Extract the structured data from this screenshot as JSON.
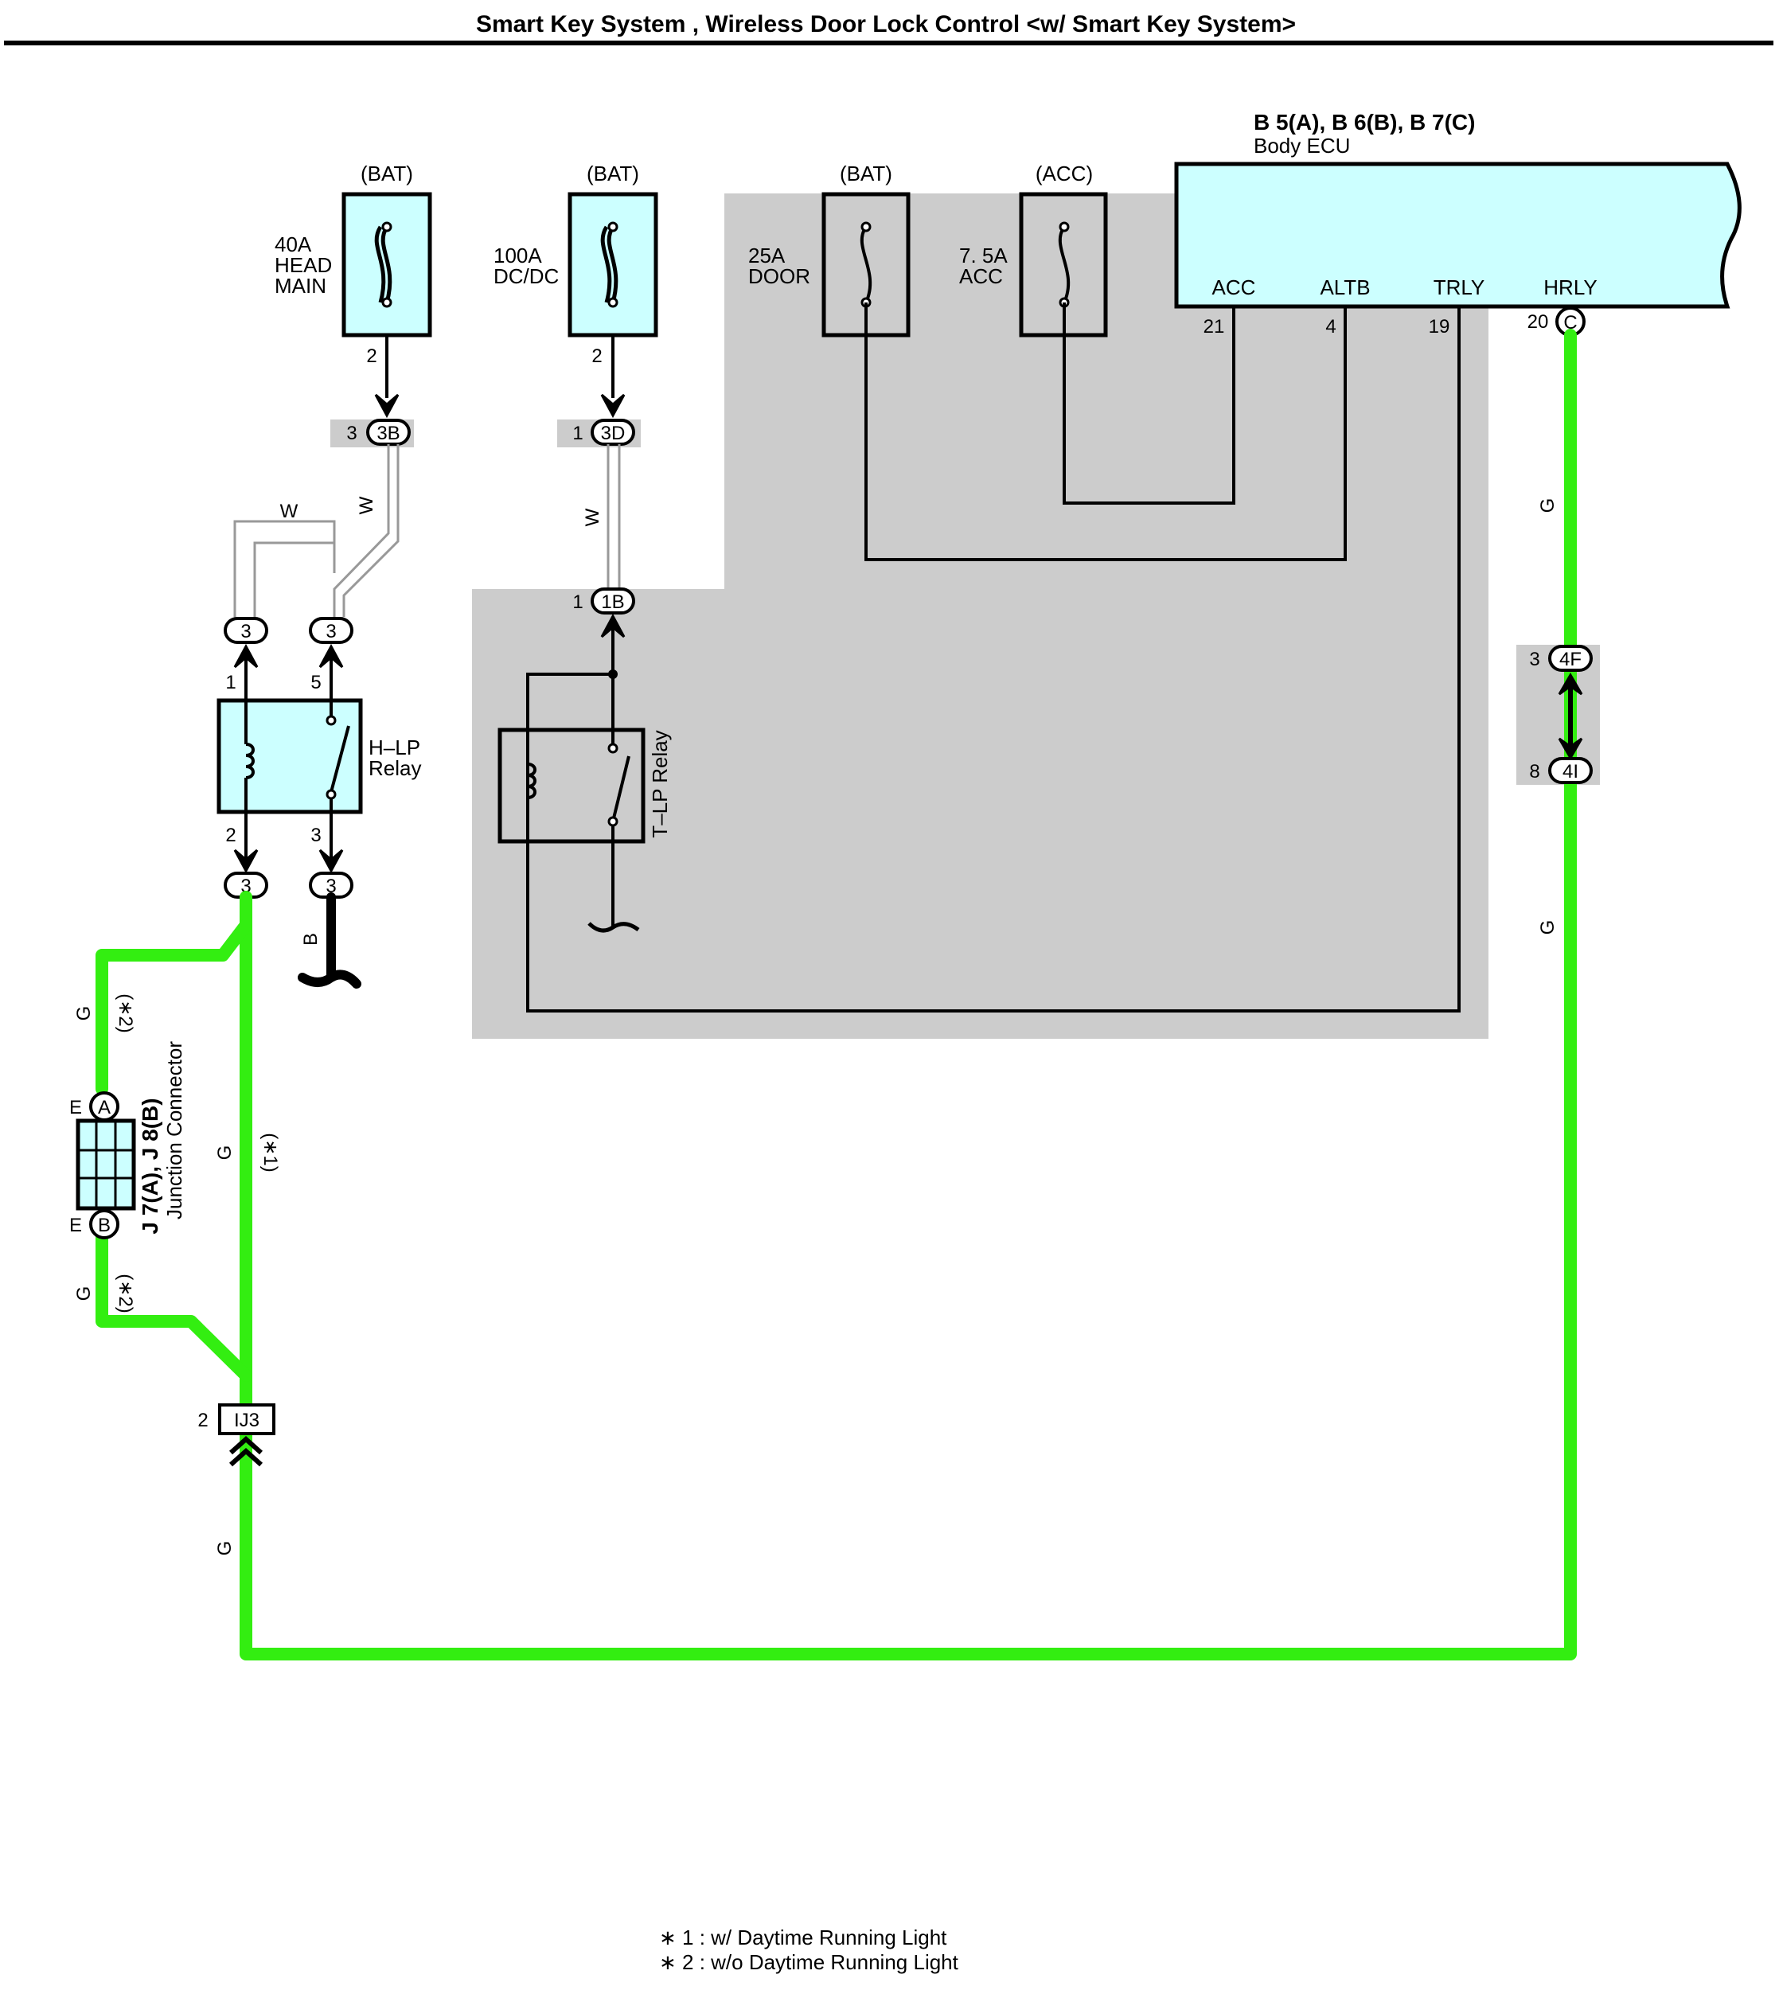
{
  "title": "Smart Key System , Wireless Door Lock Control <w/ Smart Key System>",
  "ecu": {
    "connectors_label": "B 5(A), B 6(B), B 7(C)",
    "name": "Body ECU",
    "terminals": [
      {
        "name": "ACC",
        "pin": "21"
      },
      {
        "name": "ALTB",
        "pin": "4"
      },
      {
        "name": "TRLY",
        "pin": "19"
      },
      {
        "name": "HRLY",
        "pin": "20",
        "connector": "C"
      }
    ]
  },
  "fuses": [
    {
      "source": "(BAT)",
      "label": [
        "40A",
        "HEAD",
        "MAIN"
      ],
      "pin": "2"
    },
    {
      "source": "(BAT)",
      "label": [
        "100A",
        "DC/DC"
      ],
      "pin": "2"
    },
    {
      "source": "(BAT)",
      "label": [
        "25A",
        "DOOR"
      ]
    },
    {
      "source": "(ACC)",
      "label": [
        "7. 5A",
        "ACC"
      ]
    }
  ],
  "connectors": {
    "c3B": {
      "pin": "3",
      "name": "3B"
    },
    "c3D": {
      "pin": "1",
      "name": "3D"
    },
    "c1B": {
      "pin": "1",
      "name": "1B"
    },
    "c4F": {
      "pin": "3",
      "name": "4F"
    },
    "c4I": {
      "pin": "8",
      "name": "4I"
    },
    "cIJ3": {
      "pin": "2",
      "name": "IJ3"
    },
    "hlp_top_left": "3",
    "hlp_top_right": "3",
    "hlp_bot_left": "3",
    "hlp_bot_right": "3"
  },
  "hlp_relay": {
    "name": [
      "H–LP",
      "Relay"
    ],
    "pins": {
      "p1": "1",
      "p5": "5",
      "p2": "2",
      "p3": "3"
    }
  },
  "tlp_relay": {
    "name": "T–LP Relay"
  },
  "junction": {
    "name_bold": "J 7(A), J 8(B)",
    "name": "Junction Connector",
    "top": {
      "pin": "E",
      "id": "A"
    },
    "bottom": {
      "pin": "E",
      "id": "B"
    }
  },
  "wire_colors": {
    "W": "W",
    "G": "G",
    "B": "B"
  },
  "notes": {
    "n1": "(∗1)",
    "n2": "(∗2)"
  },
  "footnotes": [
    "∗ 1 : w/ Daytime Running Light",
    "∗ 2 : w/o Daytime Running Light"
  ],
  "colors": {
    "green_wire": "#33ee11",
    "box_fill": "#ccffff",
    "shade": "#cccccc"
  }
}
